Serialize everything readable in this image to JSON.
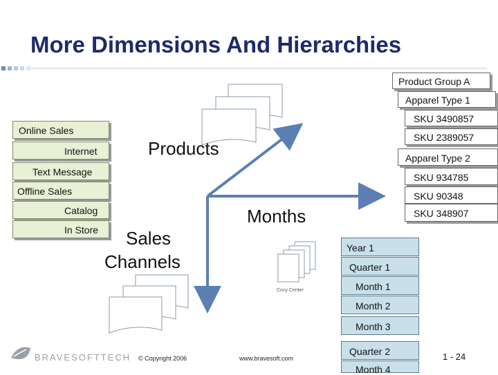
{
  "title": "More Dimensions And Hierarchies",
  "colors": {
    "title": "#1d2a6b",
    "arrow": "#5b7fb3",
    "sales_fill": "#e8f0d6",
    "months_fill": "#c9e0ea",
    "logo": "#9aa0a6"
  },
  "dimension_labels": {
    "products": "Products",
    "months": "Months",
    "sales_channels_line1": "Sales",
    "sales_channels_line2": "Channels"
  },
  "products": [
    "Product Group A",
    "Apparel Type 1",
    "SKU 3490857",
    "SKU 2389057",
    "Apparel Type 2",
    "SKU 934785",
    "SKU 90348",
    "SKU 348907"
  ],
  "sales_channels": [
    "Online Sales",
    "Internet",
    "Text Message",
    "Offline Sales",
    "Catalog",
    "In Store"
  ],
  "months": [
    "Year 1",
    "Quarter 1",
    "Month 1",
    "Month 2",
    "Month 3",
    "Quarter 2",
    "Month 4"
  ],
  "cube_caption": "Cocy Center",
  "footer": {
    "logo_text": "BRAVESOFTTECH",
    "copyright": "© Copyright 2006",
    "url": "www.bravesoft.com",
    "page": "1 - 24"
  }
}
